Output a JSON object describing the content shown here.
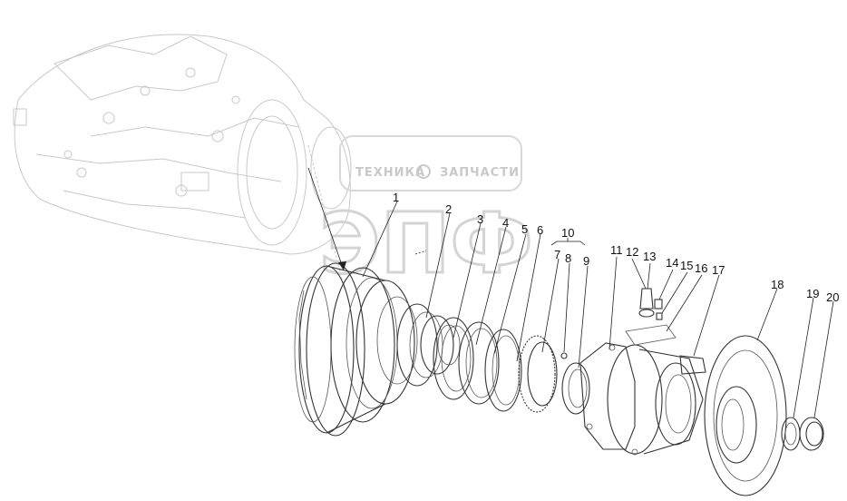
{
  "diagram": {
    "callouts": [
      "1",
      "2",
      "3",
      "4",
      "5",
      "6",
      "7",
      "8",
      "9",
      "10",
      "11",
      "12",
      "13",
      "14",
      "15",
      "16",
      "17",
      "18",
      "19",
      "20"
    ]
  },
  "watermark": {
    "logo_text": "ЭПФ",
    "left_word": "ТЕХНИКА",
    "right_word": "ЗАПЧАСТИ"
  },
  "colors": {
    "line": "#333333",
    "ghost": "#c9c9c9",
    "watermark": "#d4d4d4"
  }
}
